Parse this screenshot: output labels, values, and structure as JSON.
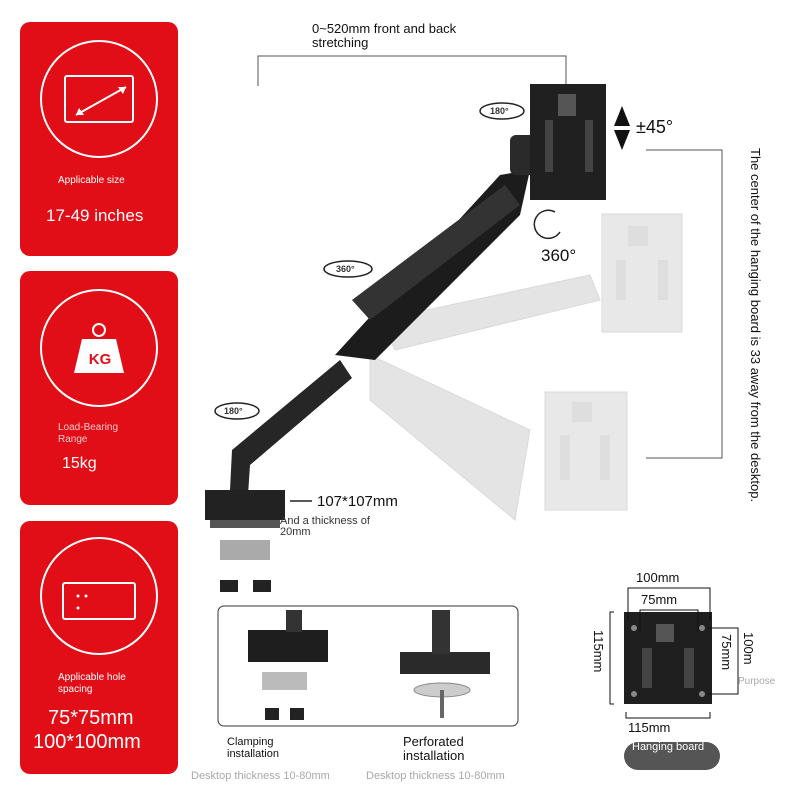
{
  "cards": {
    "size": {
      "label": "Applicable size",
      "value": "17-49 inches",
      "icon": "diagonal-screen-icon"
    },
    "load": {
      "label": "Load-Bearing Range",
      "value": "15kg",
      "icon": "weight-kg-icon",
      "icon_text": "KG"
    },
    "hole": {
      "label": "Applicable hole spacing",
      "value_line1": "75*75mm",
      "value_line2": "100*100mm",
      "icon": "vesa-plate-icon"
    }
  },
  "annotations": {
    "stretch": "0~520mm front and back stretching",
    "tilt": "±45°",
    "rotate_center": "360°",
    "rotate_180_top": "180°",
    "rotate_360_mid": "360°",
    "rotate_180_low": "180°",
    "base_size": "107*107mm",
    "base_thickness": "And a thickness of 20mm",
    "vertical_note": "The center of the hanging board is 33 away from the desktop."
  },
  "install": {
    "clamp_label": "Clamping installation",
    "perforated_label": "Perforated installation",
    "clamp_thickness": "Desktop thickness 10-80mm",
    "perforated_thickness": "Desktop thickness 10-80mm"
  },
  "plate": {
    "top_100": "100mm",
    "top_75": "75mm",
    "left_115": "115mm",
    "right_75": "75mm",
    "right_100": "100m",
    "bottom_115": "115mm",
    "purpose": "Purpose",
    "badge": "Hanging board"
  },
  "colors": {
    "accent": "#e10e17",
    "arm": "#1c1c1c",
    "ghost": "#c9c9c9"
  }
}
